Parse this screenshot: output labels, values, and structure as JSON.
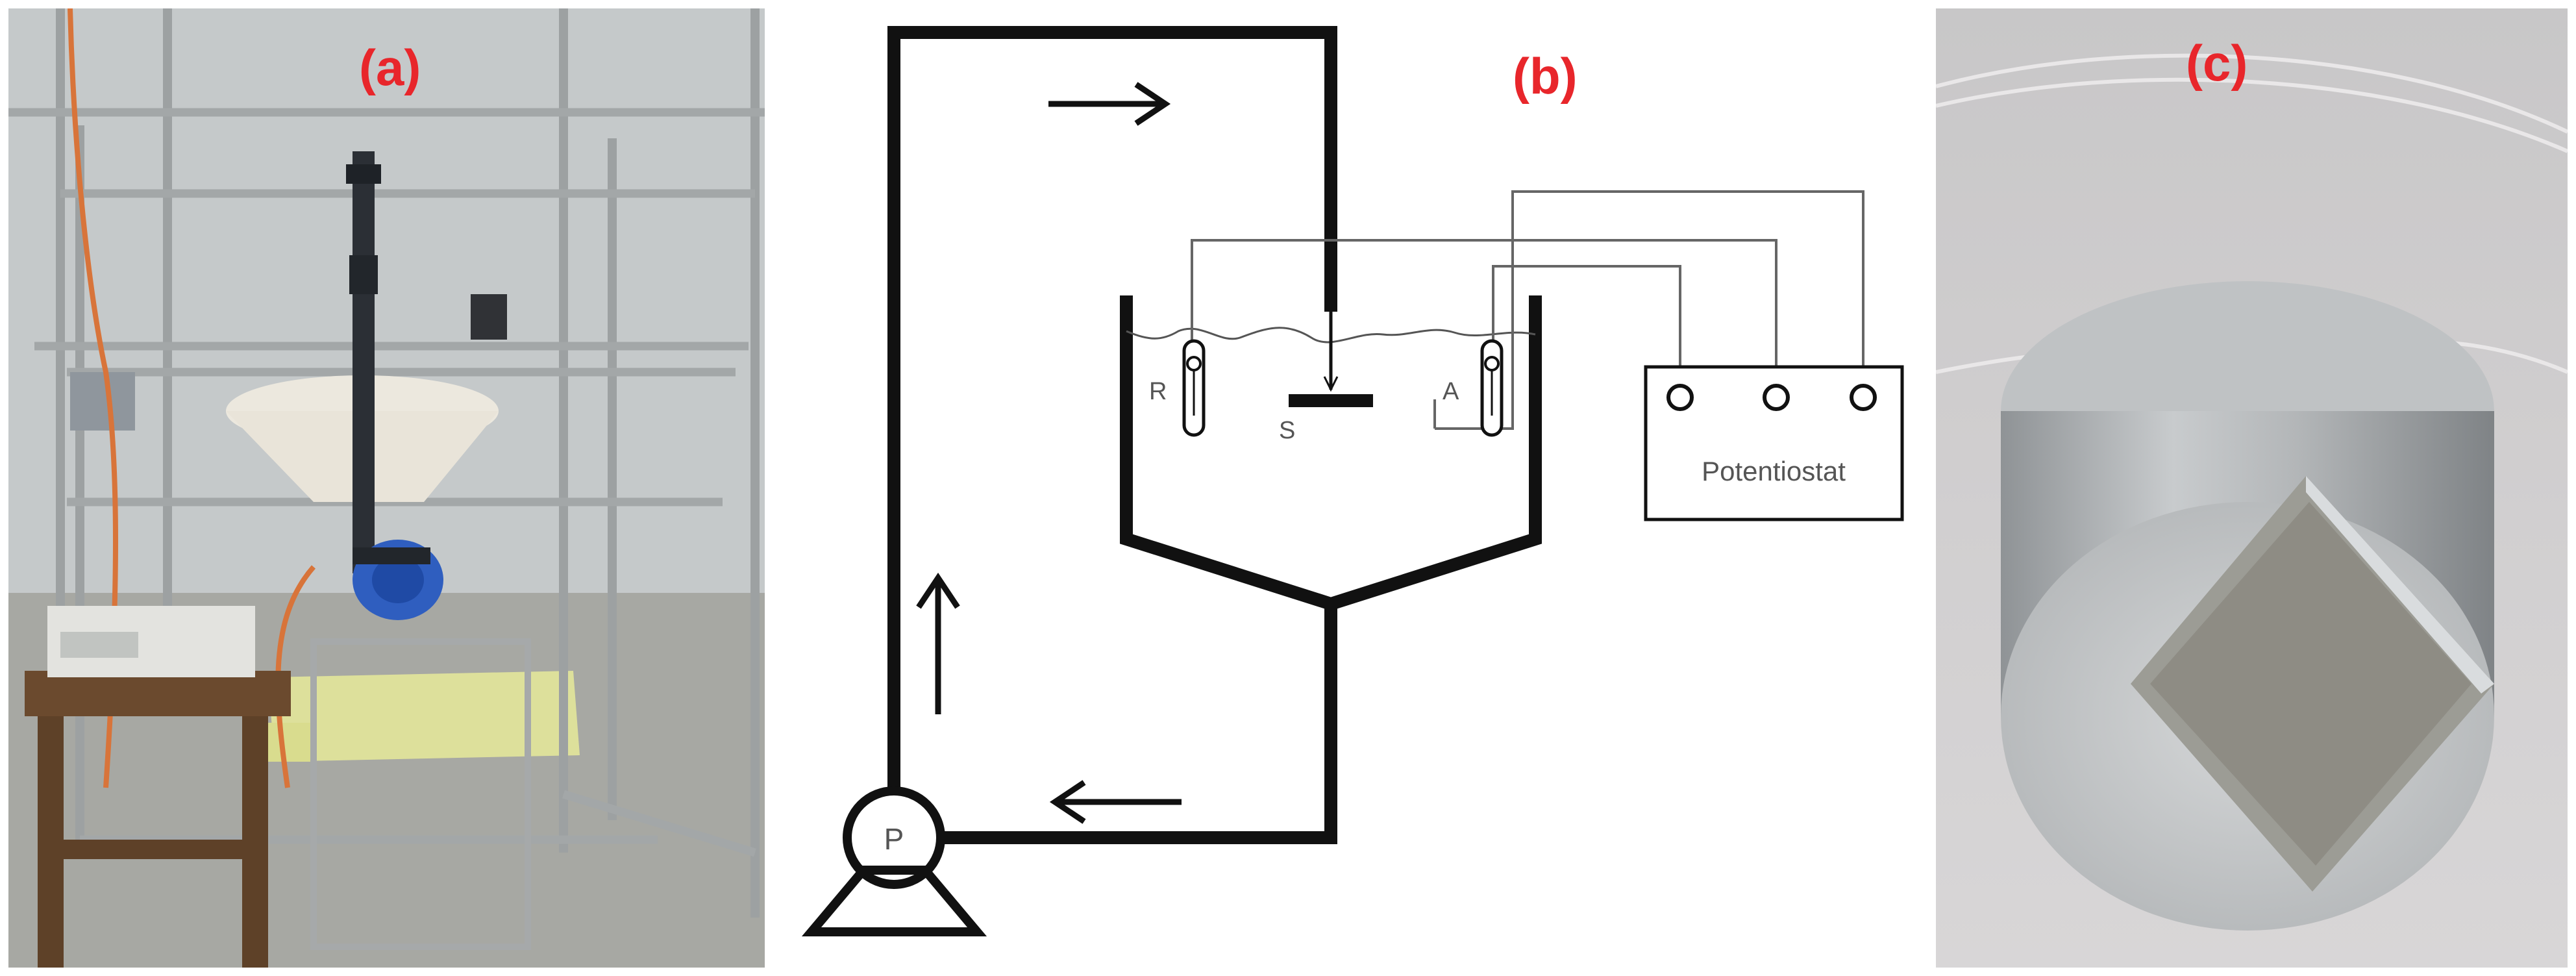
{
  "figure": {
    "panel_labels": [
      "(a)",
      "(b)",
      "(c)"
    ],
    "schematic": {
      "pump_label": "P",
      "reference_label": "R",
      "specimen_label": "S",
      "auxiliary_label": "A",
      "instrument_label": "Potentiostat"
    }
  }
}
